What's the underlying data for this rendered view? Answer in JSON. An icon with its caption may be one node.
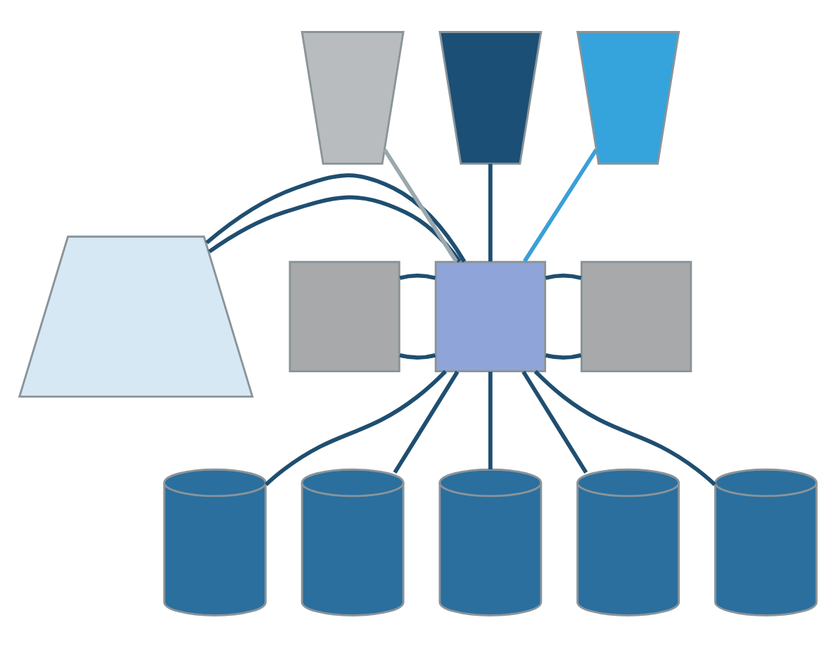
{
  "diagram": {
    "nodes": [
      {
        "text": [],
        "shape": "trapezium"
      },
      {
        "text": [],
        "shape": "hopper"
      },
      {
        "text": [],
        "shape": "hopper"
      },
      {
        "text": [],
        "shape": "hopper"
      },
      {
        "text": [],
        "shape": "box"
      },
      {
        "text": [],
        "shape": "box"
      },
      {
        "text": [],
        "shape": "box"
      },
      {
        "text": [],
        "shape": "bottle"
      },
      {
        "text": [],
        "shape": "bottle"
      },
      {
        "text": [],
        "shape": "bottle"
      },
      {
        "text": [],
        "shape": "bottle"
      },
      {
        "text": [],
        "shape": "bottle"
      }
    ],
    "edges": [
      {
        "from": 0,
        "to": 5,
        "arrow": "none"
      },
      {
        "from": 0,
        "to": 5,
        "arrow": "none"
      },
      {
        "from": 1,
        "to": 5,
        "arrow": "none",
        "color": "#9aa8ae"
      },
      {
        "from": 2,
        "to": 5,
        "arrow": "none"
      },
      {
        "from": 3,
        "to": 5,
        "arrow": "none",
        "color": "#3a9fd8"
      },
      {
        "from": 4,
        "to": 5,
        "arrow": "none"
      },
      {
        "from": 4,
        "to": 5,
        "arrow": "none"
      },
      {
        "from": 5,
        "to": 6,
        "arrow": "none"
      },
      {
        "from": 5,
        "to": 6,
        "arrow": "none"
      },
      {
        "from": 5,
        "to": 7,
        "arrow": "none"
      },
      {
        "from": 5,
        "to": 8,
        "arrow": "none"
      },
      {
        "from": 5,
        "to": 9,
        "arrow": "none"
      },
      {
        "from": 5,
        "to": 10,
        "arrow": "none"
      },
      {
        "from": 5,
        "to": 11,
        "arrow": "none"
      }
    ]
  }
}
